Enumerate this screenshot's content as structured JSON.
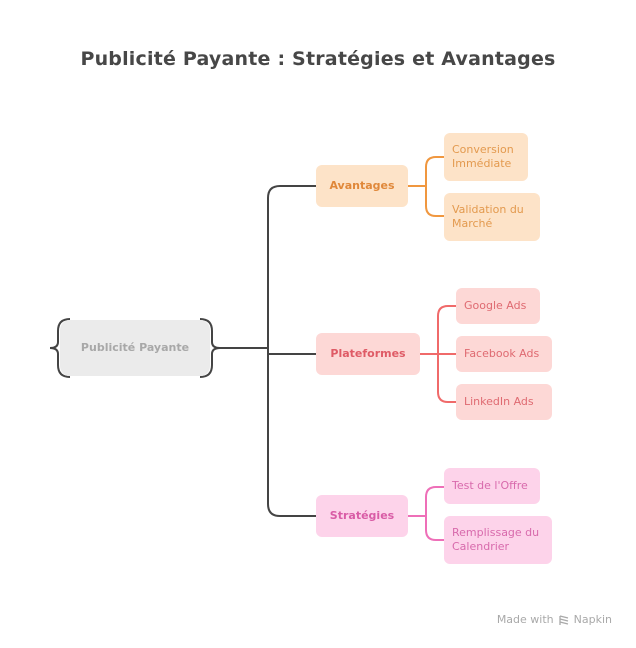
{
  "title": "Publicité Payante : Stratégies et Avantages",
  "root": {
    "label": "Publicité Payante"
  },
  "branches": [
    {
      "label": "Avantages",
      "color": "#f0973f",
      "children": [
        "Conversion Immédiate",
        "Validation du Marché"
      ]
    },
    {
      "label": "Plateformes",
      "color": "#f06a6a",
      "children": [
        "Google Ads",
        "Facebook Ads",
        "LinkedIn Ads"
      ]
    },
    {
      "label": "Stratégies",
      "color": "#ee6fb8",
      "children": [
        "Test de l'Offre",
        "Remplissage du Calendrier"
      ]
    }
  ],
  "footer": {
    "made_with": "Made with",
    "brand": "Napkin",
    "brand_icon": "napkin-logo-icon"
  }
}
